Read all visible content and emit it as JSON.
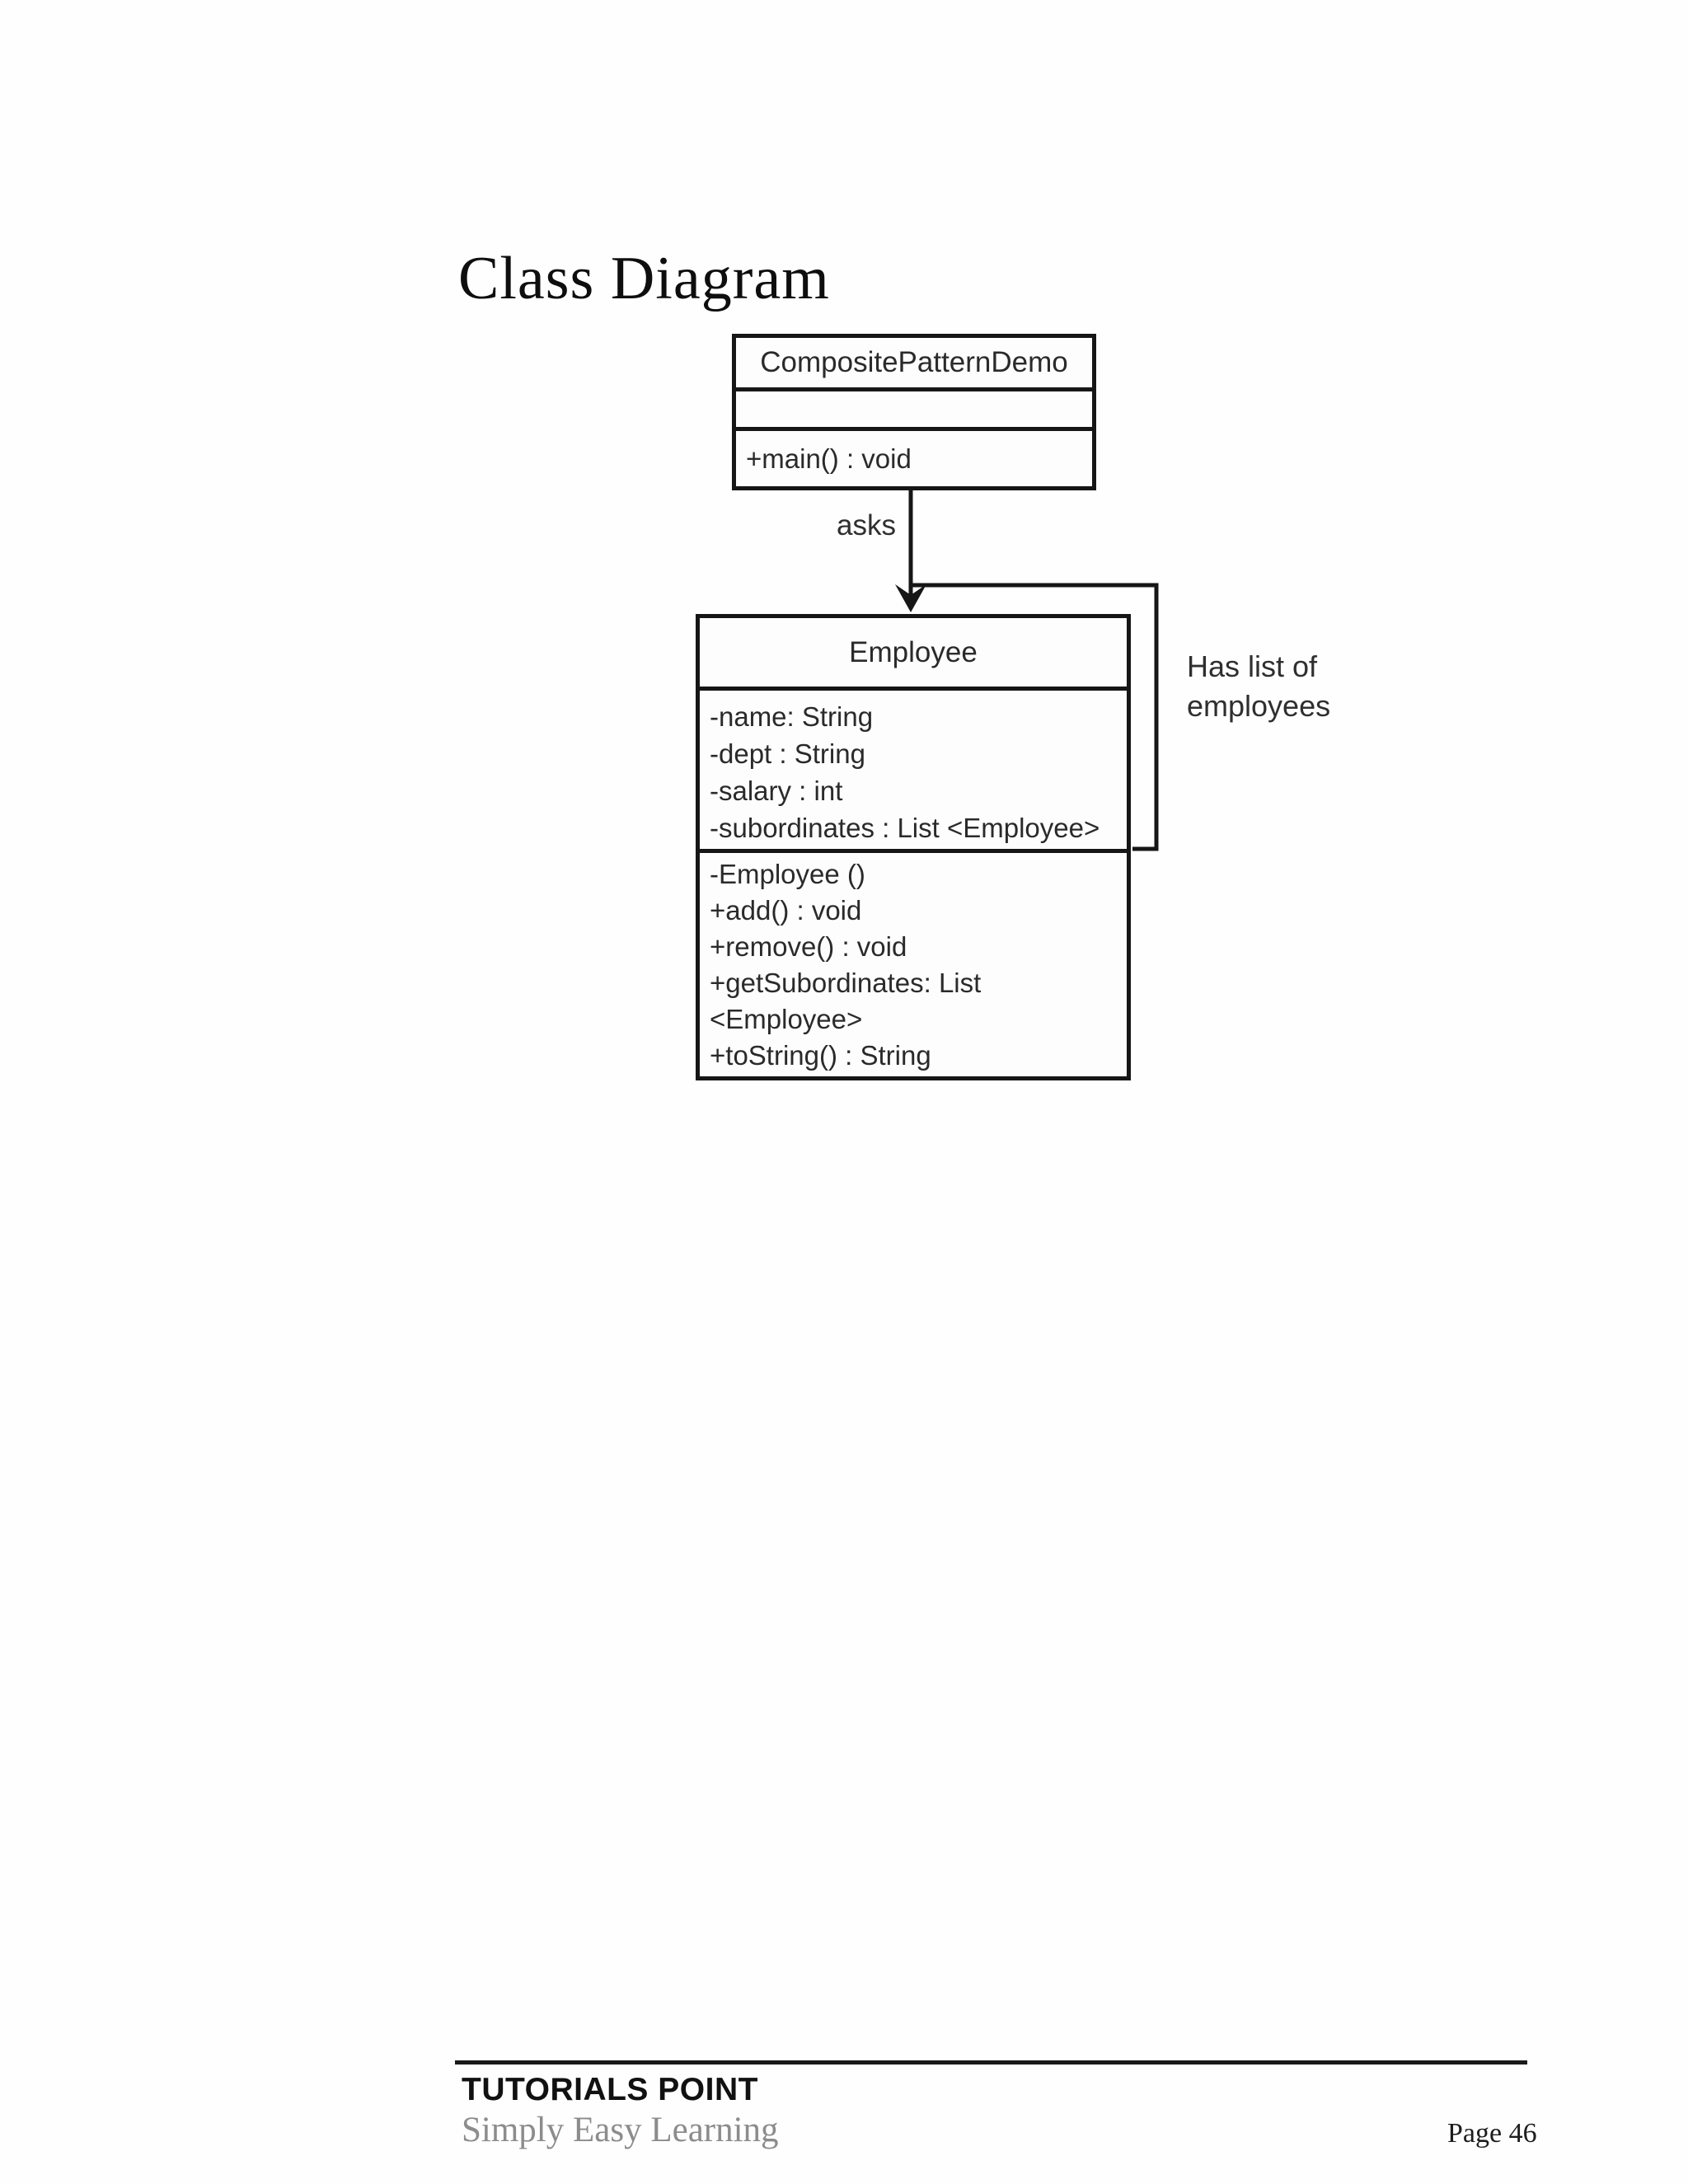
{
  "page": {
    "title": "Class Diagram",
    "footer": {
      "brand": "TUTORIALS POINT",
      "tagline": "Simply Easy Learning",
      "page_number": "Page 46"
    }
  },
  "diagram": {
    "classes": [
      {
        "name": "CompositePatternDemo",
        "attributes": [],
        "methods": [
          "+main() : void"
        ]
      },
      {
        "name": "Employee",
        "attributes": [
          "-name: String",
          "-dept : String",
          "-salary : int",
          "-subordinates : List <Employee>"
        ],
        "methods": [
          "-Employee ()",
          "+add() : void",
          "+remove() : void",
          "+getSubordinates: List",
          "<Employee>",
          "+toString() : String"
        ]
      }
    ],
    "edges": [
      {
        "type": "directed-arrow",
        "label": "asks",
        "from": "CompositePatternDemo",
        "to": "Employee"
      },
      {
        "type": "self-association",
        "label": "Has list of employees",
        "from": "Employee",
        "to": "Employee"
      }
    ],
    "arrow_label": "asks",
    "note": {
      "line1": "Has list of",
      "line2": "employees"
    },
    "colors": {
      "line": "#161616",
      "text": "#2a2a2a",
      "muted": "#8c8c8c"
    }
  }
}
